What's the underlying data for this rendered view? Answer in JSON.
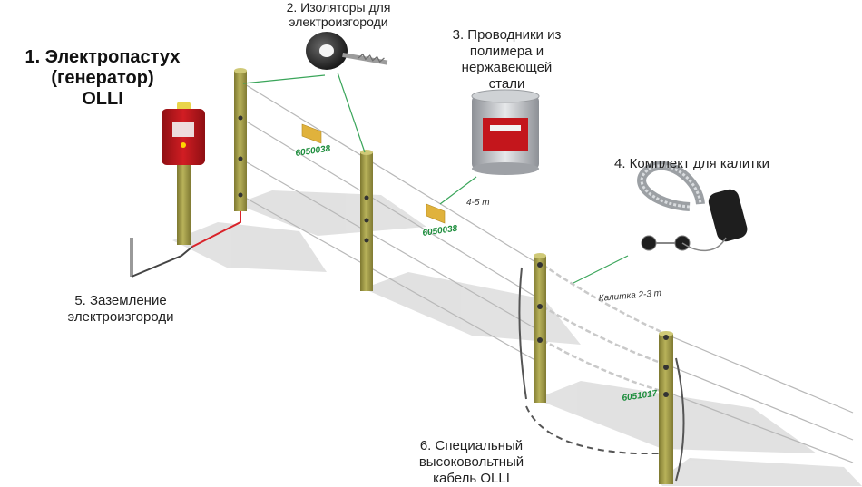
{
  "labels": {
    "generator": "1. Электропастух\n(генератор)\nOLLI",
    "insulators": "2. Изоляторы для\nэлектроизгороди",
    "conductors": "3. Проводники из\nполимера и\nнержавеющей\nстали",
    "gate_kit": "4. Комплект для калитки",
    "grounding": "5. Заземление\nэлектроизгороди",
    "hv_cable": "6. Специальный\nвысоковольтный\nкабель OLLI"
  },
  "sign_codes": [
    "6050038",
    "6050038",
    "6051017"
  ],
  "distances": {
    "post_spacing": "4-5 m",
    "gate_width": "Калитка 2-3 m"
  },
  "colors": {
    "generator_red": "#c4161c",
    "post_wood": "#a7a04a",
    "leader_green": "#3aa55a",
    "code_green": "#1a8c3a",
    "earth_wire": "#444444",
    "live_wire_red": "#d9232a",
    "sign_yellow": "#e0b23c"
  }
}
